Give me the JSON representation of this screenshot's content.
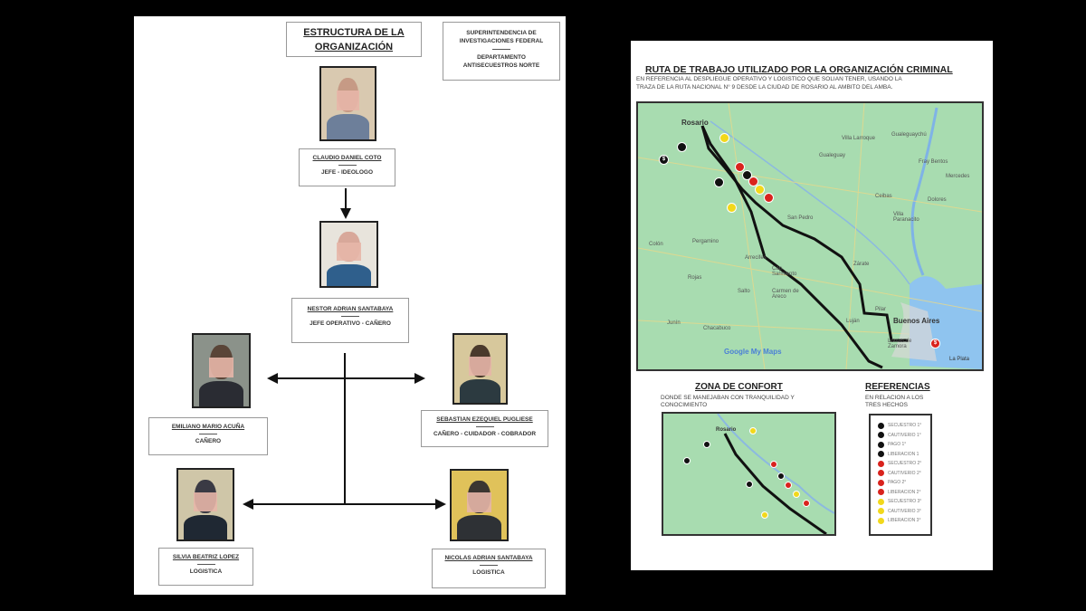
{
  "left_page": {
    "title_line1": "ESTRUCTURA DE LA",
    "title_line2": "ORGANIZACIÓN",
    "agency": {
      "line1": "SUPERINTENDENCIA DE",
      "line2": "INVESTIGACIONES FEDERAL",
      "line3": "DEPARTAMENTO",
      "line4": "ANTISECUESTROS NORTE"
    },
    "members": [
      {
        "name": "CLAUDIO DANIEL COTO",
        "role": "JEFE - IDEOLOGO"
      },
      {
        "name": "NESTOR ADRIAN SANTABAYA",
        "role": "JEFE OPERATIVO - CAÑERO"
      },
      {
        "name": "EMILIANO MARIO ACUÑA",
        "role": "CAÑERO"
      },
      {
        "name": "SEBASTIAN EZEQUIEL PUGLIESE",
        "role": "CAÑERO - CUIDADOR - COBRADOR"
      },
      {
        "name": "SILVIA BEATRIZ LOPEZ",
        "role": "LOGISTICA"
      },
      {
        "name": "NICOLAS ADRIAN SANTABAYA",
        "role": "LOGISTICA"
      }
    ]
  },
  "right_page": {
    "title": "RUTA DE TRABAJO UTILIZADO POR LA ORGANIZACIÓN CRIMINAL",
    "subtitle_line1": "EN REFERENCIA AL DESPLIEGUE OPERATIVO Y LOGISTICO QUE SOLIAN TENER, USANDO LA",
    "subtitle_line2": "TRAZA DE LA RUTA NACIONAL N° 9 DESDE LA CIUDAD DE ROSARIO AL AMBITO DEL AMBA.",
    "map_labels": {
      "rosario": "Rosario",
      "buenos_aires": "Buenos Aires",
      "la_plata": "La Plata",
      "villa_larroque": "Villa Larroque",
      "gualeguaychu": "Gualeguaychú",
      "gualeguay": "Gualeguay",
      "fray_bentos": "Fray Bentos",
      "mercedes": "Mercedes",
      "dolores": "Dolores",
      "ceibas": "Ceibas",
      "villa_paranacito": "Villa Paranacito",
      "san_pedro": "San Pedro",
      "pergamino": "Pergamino",
      "colon": "Colón",
      "arrecifes": "Arrecifes",
      "cap_sarmiento": "Cap. Sarmiento",
      "rojas": "Rojas",
      "salto": "Salto",
      "carmen_de_areco": "Carmen de Areco",
      "zarate": "Zárate",
      "pilar": "Pilar",
      "lujan": "Luján",
      "junin": "Junín",
      "chacabuco": "Chacabuco",
      "lomas_de_zamora": "Lomas de Zamora",
      "google_my_maps": "Google My Maps"
    },
    "comfort_zone": {
      "title": "ZONA DE CONFORT",
      "text_line1": "DONDE SE MANEJABAN CON TRANQUILIDAD Y",
      "text_line2": "CONOCIMIENTO"
    },
    "references": {
      "title": "REFERENCIAS",
      "text_line1": "EN RELACION A LOS",
      "text_line2": "TRES HECHOS",
      "items": [
        {
          "label": "SECUESTRO 1°",
          "color": "#111111"
        },
        {
          "label": "CAUTIVERIO 1°",
          "color": "#111111"
        },
        {
          "label": "PAGO 1°",
          "color": "#111111"
        },
        {
          "label": "LIBERACION 1",
          "color": "#111111"
        },
        {
          "label": "SECUESTRO 2°",
          "color": "#d9231d"
        },
        {
          "label": "CAUTIVERIO 2°",
          "color": "#d9231d"
        },
        {
          "label": "PAGO 2°",
          "color": "#d9231d"
        },
        {
          "label": "LIBERACION 2°",
          "color": "#d9231d"
        },
        {
          "label": "SECUESTRO 3°",
          "color": "#f2d81b"
        },
        {
          "label": "CAUTIVERIO 3°",
          "color": "#f2d81b"
        },
        {
          "label": "LIBERACION 3°",
          "color": "#f2d81b"
        }
      ]
    }
  }
}
